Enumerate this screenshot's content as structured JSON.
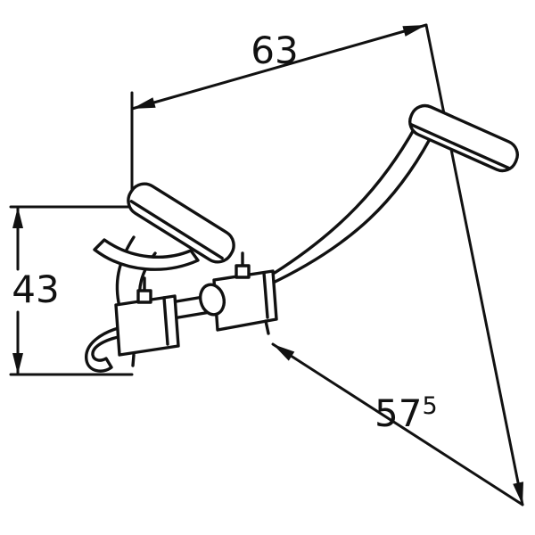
{
  "page": {
    "background": "#ffffff",
    "line_color": "#111111",
    "description": "Technical dimension drawing of a dual-handle pedal lever with mounting clamps"
  },
  "dimensions": {
    "width": {
      "label": "63"
    },
    "height": {
      "label": "43"
    },
    "depth": {
      "value": "57",
      "superscript": "5"
    }
  }
}
